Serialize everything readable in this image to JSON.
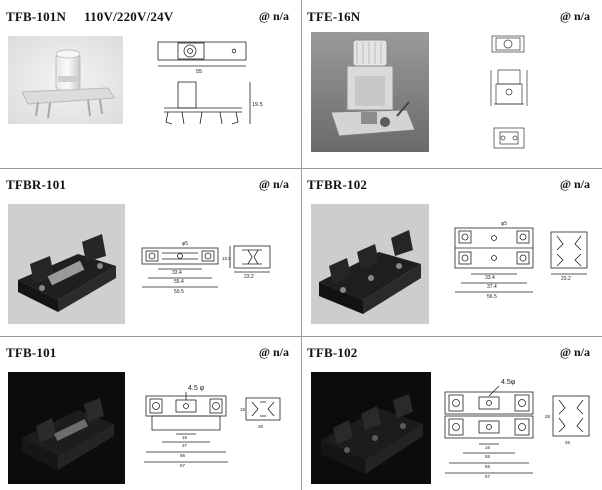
{
  "products": [
    {
      "id": "tfb-101n",
      "name": "TFB-101N",
      "voltage": "110V/220V/24V",
      "price": "@ n/a",
      "dims": {
        "width": "55",
        "height": "19.5"
      }
    },
    {
      "id": "tfe-16n",
      "name": "TFE-16N",
      "voltage": "",
      "price": "@ n/a"
    },
    {
      "id": "tfbr-101",
      "name": "TFBR-101",
      "voltage": "",
      "price": "@ n/a",
      "dims": {
        "hole": "φ5",
        "a": "33.4",
        "b": "55.4",
        "c": "59.5",
        "side": "23.2",
        "side_h": "15.5"
      }
    },
    {
      "id": "tfbr-102",
      "name": "TFBR-102",
      "voltage": "",
      "price": "@ n/a",
      "dims": {
        "hole": "φ5",
        "a": "33.4",
        "b": "37.4",
        "c": "56.5",
        "side": "23.2"
      }
    },
    {
      "id": "tfb-101",
      "name": "TFB-101",
      "voltage": "",
      "price": "@ n/a",
      "dims": {
        "hole": "4.5 φ",
        "a": "16",
        "b": "37",
        "c": "66",
        "d": "67",
        "side": "26",
        "side_h": "15"
      }
    },
    {
      "id": "tfb-102",
      "name": "TFB-102",
      "voltage": "",
      "price": "@ n/a",
      "dims": {
        "hole": "4.5φ",
        "a": "16",
        "b": "55",
        "c": "56",
        "d": "57",
        "side": "26",
        "side_h": "28"
      }
    }
  ]
}
